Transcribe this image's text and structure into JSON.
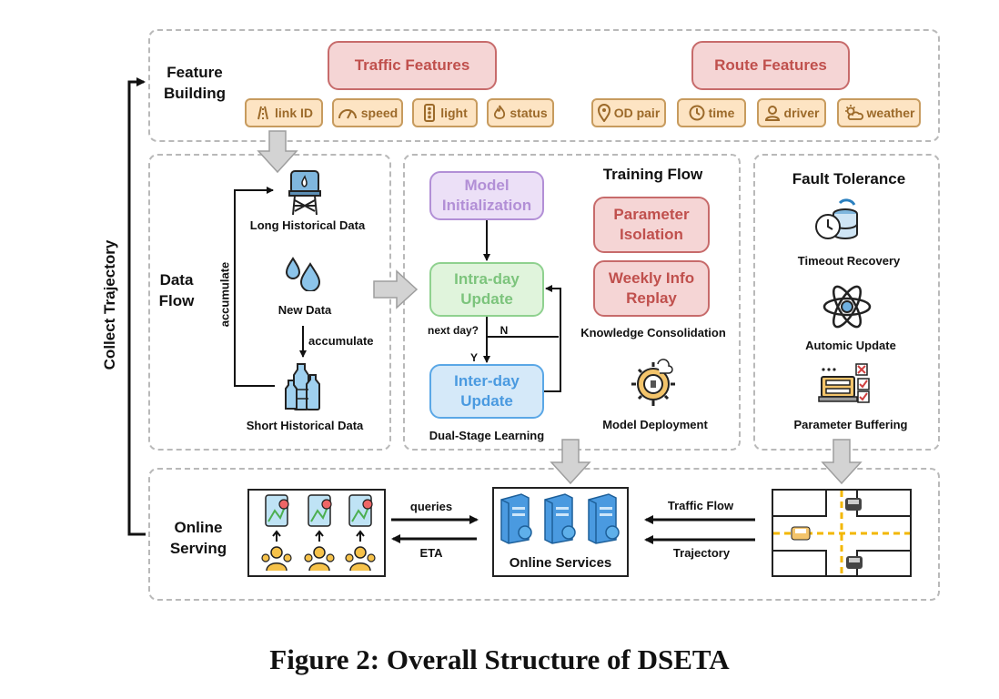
{
  "left_label": "Collect Trajectory",
  "feature_building": {
    "title": "Feature Building",
    "traffic_header": "Traffic Features",
    "route_header": "Route Features",
    "chips": [
      "link ID",
      "speed",
      "light",
      "status",
      "OD pair",
      "time",
      "driver",
      "weather"
    ]
  },
  "data_flow": {
    "title": "Data Flow",
    "long": "Long Historical Data",
    "new": "New Data",
    "short": "Short Historical Data",
    "accumulate_side": "accumulate",
    "accumulate_mid": "accumulate"
  },
  "training_flow": {
    "title": "Training Flow",
    "model_init": "Model Initialization",
    "intra_day": "Intra-day Update",
    "inter_day": "Inter-day Update",
    "next_day": "next day?",
    "n_label": "N",
    "y_label": "Y",
    "dual_stage": "Dual-Stage Learning",
    "param_isolation": "Parameter Isolation",
    "weekly_replay": "Weekly Info Replay",
    "knowledge": "Knowledge Consolidation",
    "deployment": "Model Deployment"
  },
  "fault_tolerance": {
    "title": "Fault Tolerance",
    "timeout": "Timeout Recovery",
    "atomic": "Automic Update",
    "buffering": "Parameter Buffering"
  },
  "online_serving": {
    "title": "Online Serving",
    "queries": "queries",
    "eta": "ETA",
    "services": "Online Services",
    "traffic_flow": "Traffic Flow",
    "trajectory": "Trajectory"
  },
  "caption": "Figure 2: Overall Structure of DSETA",
  "colors": {
    "feature_header_fill": "#f5d5d5",
    "feature_header_text": "#c0504d",
    "chip_fill": "#fde4c3",
    "chip_text": "#9c6a2a",
    "model_init": "#b28fd6",
    "intra_day": "#8fd18f",
    "inter_day": "#5aa7e6",
    "panel_border": "#b9b9b9"
  }
}
